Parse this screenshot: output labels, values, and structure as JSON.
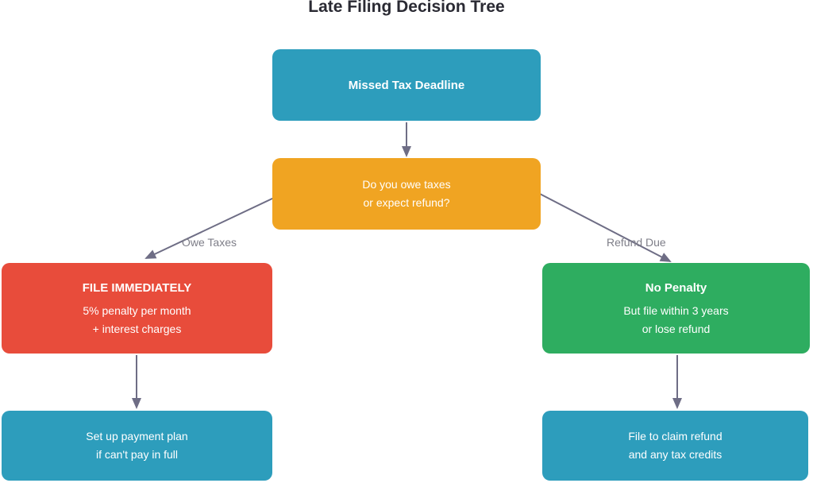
{
  "title": "Late Filing Decision Tree",
  "colors": {
    "teal": "#2D9DBC",
    "orange": "#F0A422",
    "red": "#E84C3B",
    "green": "#2EAD60",
    "arrow": "#6E6D85",
    "edge_label": "#7E7E88",
    "title_text": "#2A2A33",
    "canvas_bg": "#FFFFFF"
  },
  "nodes": {
    "start": {
      "label": "Missed Tax Deadline"
    },
    "decision": {
      "lines": [
        "Do you owe taxes",
        "or expect refund?"
      ]
    },
    "owe": {
      "title": "FILE IMMEDIATELY",
      "lines": [
        "5% penalty per month",
        "+ interest charges"
      ]
    },
    "refund": {
      "title": "No Penalty",
      "lines": [
        "But file within 3 years",
        "or lose refund"
      ]
    },
    "payment_plan": {
      "lines": [
        "Set up payment plan",
        "if can't pay in full"
      ]
    },
    "claim": {
      "lines": [
        "File to claim refund",
        "and any tax credits"
      ]
    }
  },
  "edges": {
    "owe_label": "Owe Taxes",
    "refund_label": "Refund Due"
  }
}
